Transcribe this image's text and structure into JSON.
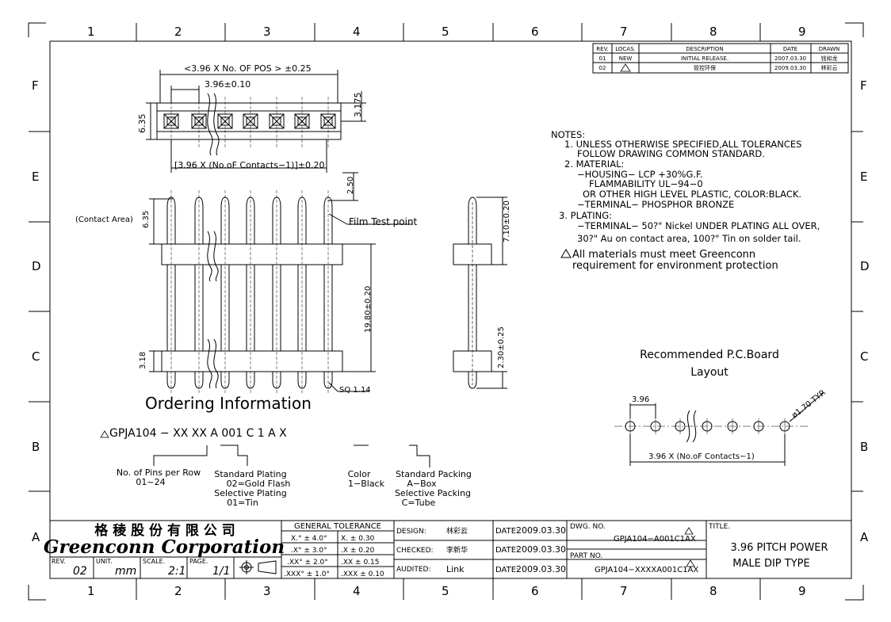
{
  "border": {
    "cols": [
      "1",
      "2",
      "3",
      "4",
      "5",
      "6",
      "7",
      "8",
      "9"
    ],
    "rows": [
      "F",
      "E",
      "D",
      "C",
      "B",
      "A"
    ]
  },
  "revisions": {
    "headers": [
      "REV.",
      "LOCAS.",
      "DESCRIPTION",
      "DATE",
      "DRAWN"
    ],
    "rows": [
      [
        "01",
        "NEW",
        "INITIAL RELEASE.",
        "2007.03.30",
        "钱如龙"
      ],
      [
        "02",
        "",
        "管控环保",
        "2009.03.30",
        "林彩云"
      ]
    ]
  },
  "top_view": {
    "overall": "<3.96 X No. OF POS > ±0.25",
    "pitch": "3.96±0.10",
    "contacts": "[3.96 X (No.oF Contacts−1)]±0.20",
    "height": "6.35",
    "half": "3.175"
  },
  "front_view": {
    "contact_area": "(Contact Area)",
    "d635": "6.35",
    "d250": "2.50",
    "film": "Film Test point",
    "d1980": "19.80±0.20",
    "d318": "3.18",
    "sq": "SQ 1.14"
  },
  "side_view": {
    "d710": "7.10±0.20",
    "d230": "2.30±0.25"
  },
  "notes": [
    "NOTES:",
    "1. UNLESS OTHERWISE SPECIFIED,ALL TOLERANCES",
    "FOLLOW DRAWING COMMON STANDARD.",
    "2. MATERIAL:",
    "−HOUSING−    LCP +30%G.F.",
    "FLAMMABILITY UL−94−0",
    "OR OTHER HIGH LEVEL PLASTIC, COLOR:BLACK.",
    "−TERMINAL−  PHOSPHOR BRONZE",
    "3. PLATING:",
    "−TERMINAL− 50?\" Nickel UNDER PLATING ALL OVER,",
    "30?\" Au on contact area, 100?\" Tin on solder tail.",
    "All materials must meet Greenconn",
    "requirement   for environment protection"
  ],
  "pcb": {
    "title1": "Recommended P.C.Board",
    "title2": "Layout",
    "pitch": "3.96",
    "hole": "ø1.70 TYP.",
    "span": "3.96 X (No.oF Contacts−1)"
  },
  "ordering": {
    "title": "Ordering Information",
    "code": "GPJA104 − XX  XX    A  001   C   1    A   X",
    "legend1": "No. of Pins per Row",
    "legend1b": "01~24",
    "legend2": "Standard Plating",
    "legend2b": "02=Gold Flash",
    "legend2c": "Selective Plating",
    "legend2d": "01=Tin",
    "legend3": "Color",
    "legend3b": "1−Black",
    "legend4": "Standard Packing",
    "legend4b": "A−Box",
    "legend4c": "Selective Packing",
    "legend4d": "C=Tube"
  },
  "title_block": {
    "company_cn": "格 稜 股 份 有 限 公 司",
    "company_en": "Greenconn Corporation",
    "rev_label": "REV.",
    "rev": "02",
    "unit_label": "UNIT.",
    "unit": "mm",
    "scale_label": "SCALE.",
    "scale": "2:1",
    "page_label": "PAGE.",
    "page": "1/1",
    "tol_title": "GENERAL  TOLERANCE",
    "tol": [
      [
        "X.° ± 4.0°",
        "X.    ± 0.30"
      ],
      [
        ".X° ± 3.0°",
        ".X     ± 0.20"
      ],
      [
        ".XX° ± 2.0°",
        ".XX   ± 0.15"
      ],
      [
        ".XXX° ± 1.0°",
        ".XXX  ± 0.10"
      ]
    ],
    "design_label": "DESIGN:",
    "design": "林彩云",
    "checked_label": "CHECKED:",
    "checked": "李新华",
    "audited_label": "AUDITED:",
    "audited": "Link",
    "date_label": "DATE:",
    "date": "2009.03.30",
    "dwg_label": "DWG. NO.",
    "dwg": "GPJA104−A001C1AX",
    "part_label": "PART NO.",
    "part": "GPJA104−XXXXA001C1AX",
    "title_label": "TITLE.",
    "title1": "3.96 PITCH POWER",
    "title2": "MALE DIP TYPE"
  }
}
